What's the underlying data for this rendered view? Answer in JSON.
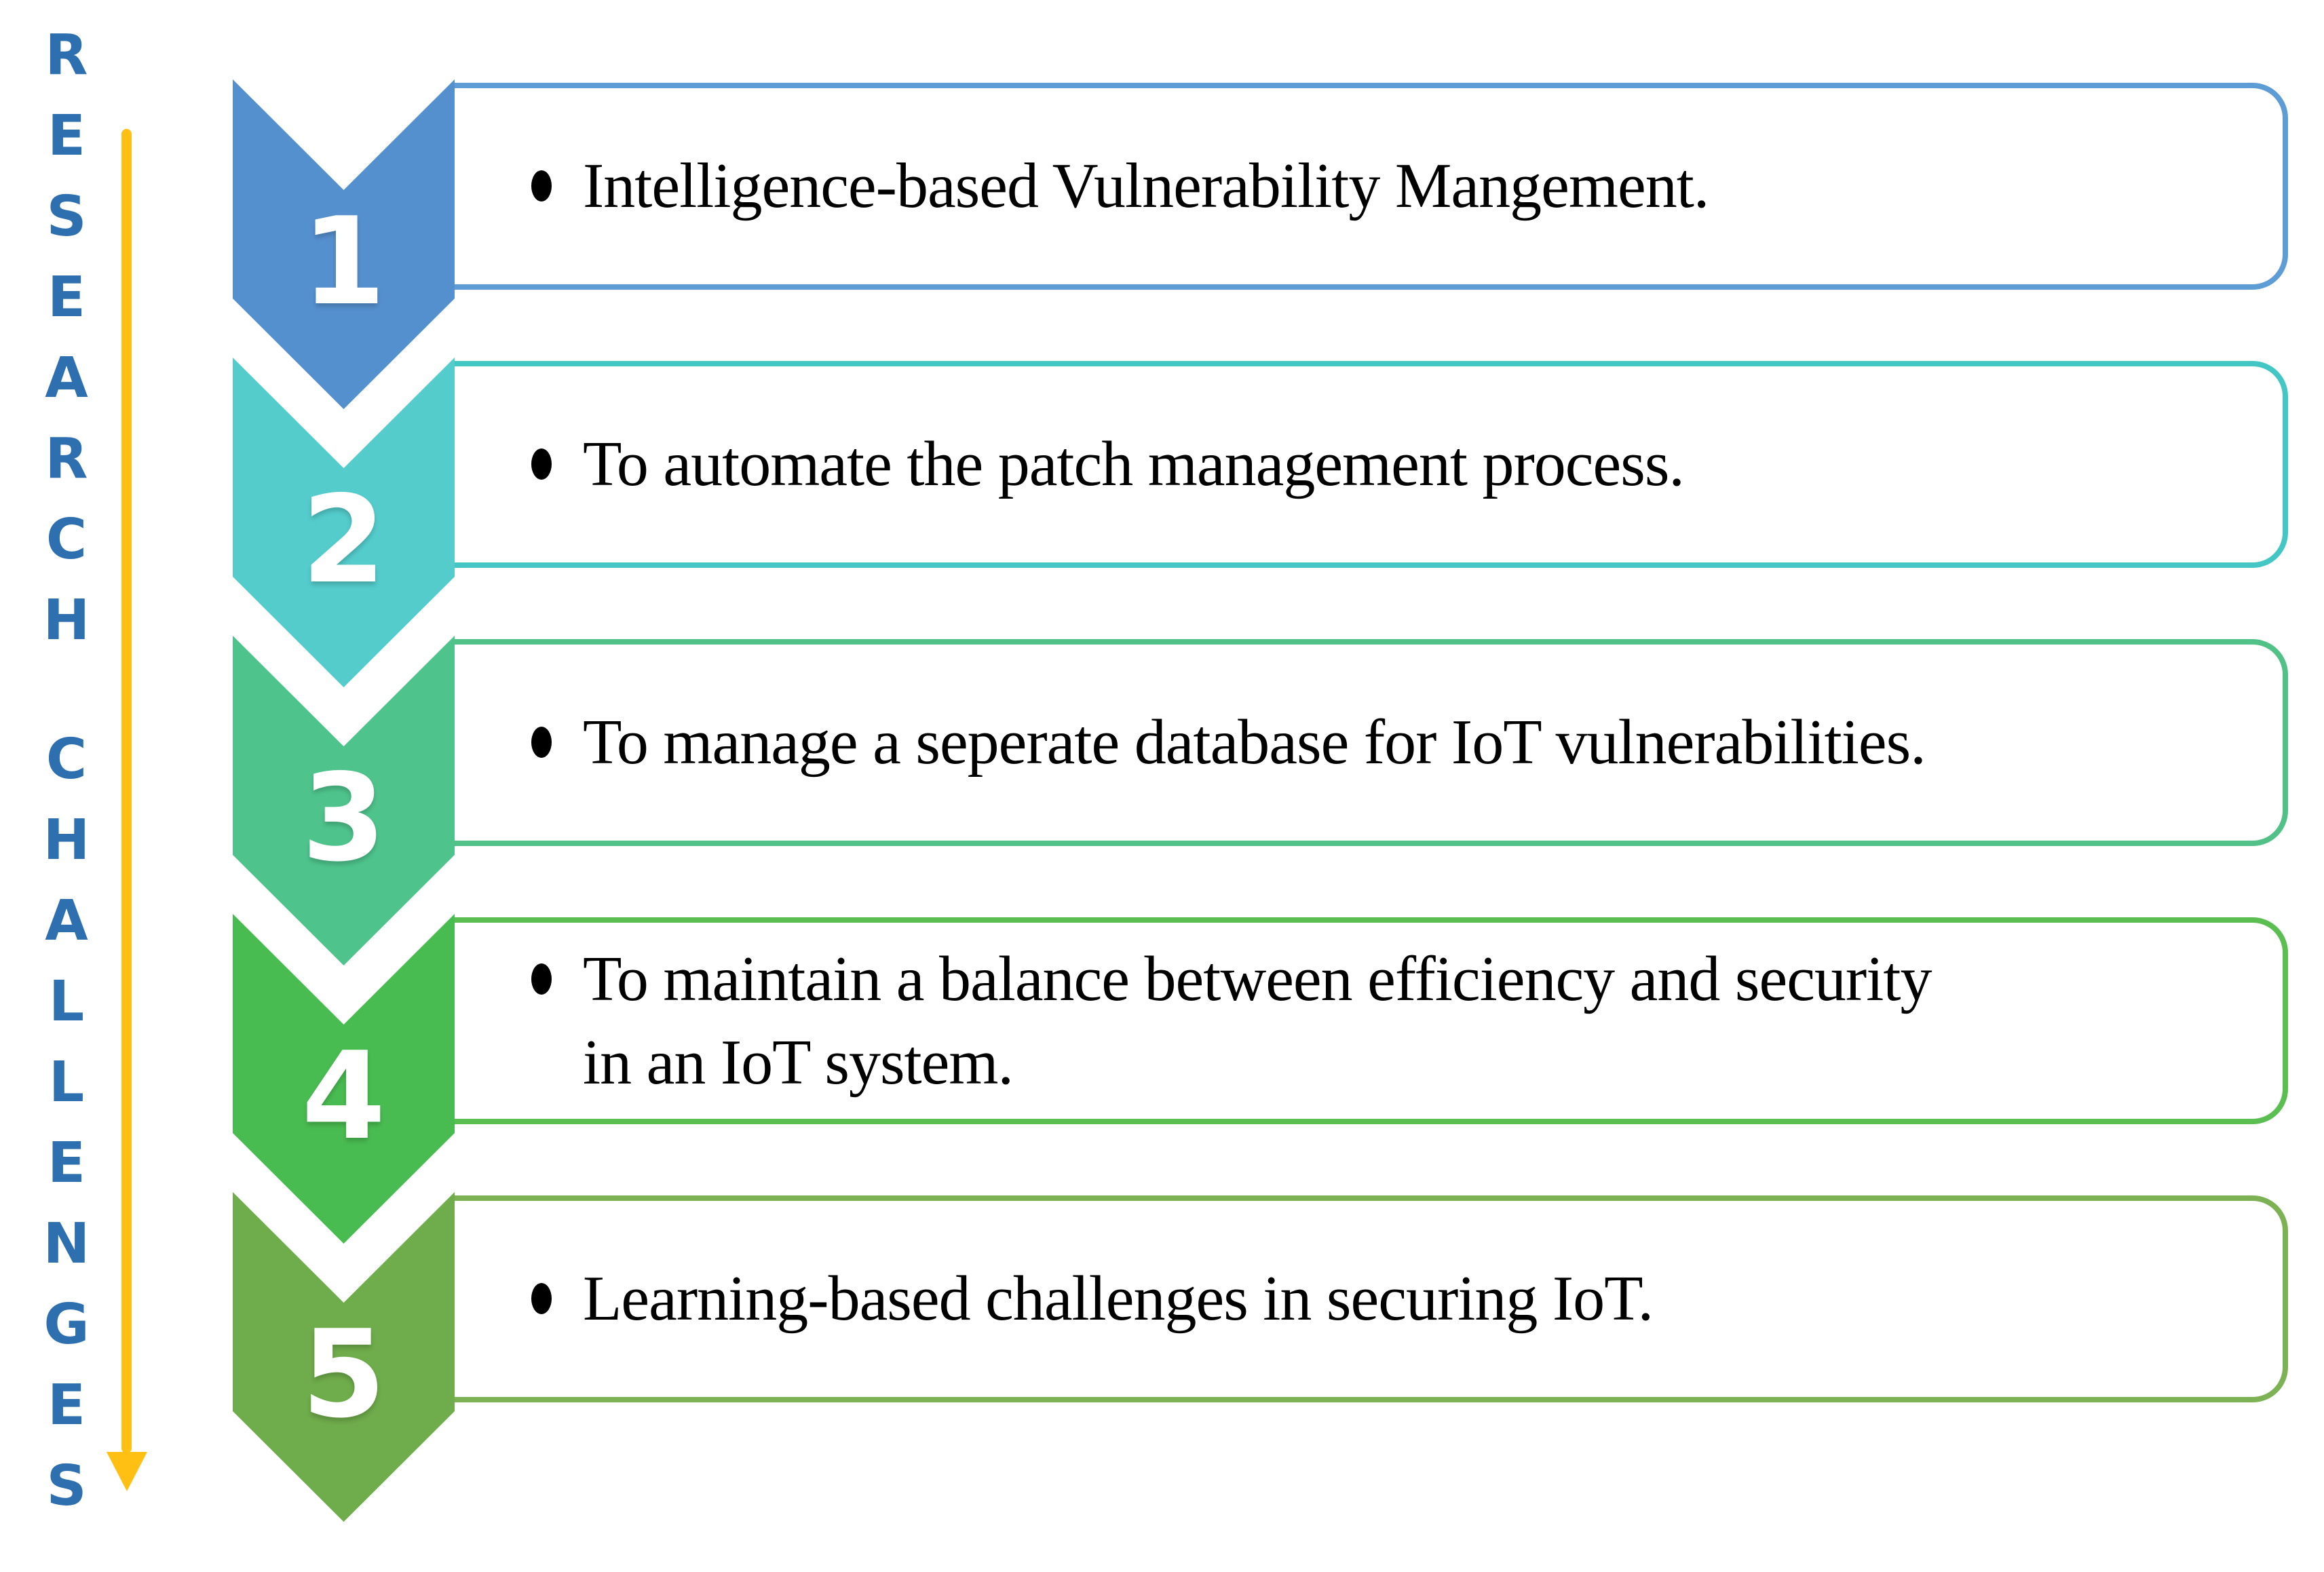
{
  "figure": {
    "vertical_label": {
      "text": "RESEARCH CHALLENGES",
      "word1": [
        "R",
        "E",
        "S",
        "E",
        "A",
        "R",
        "C",
        "H"
      ],
      "word2": [
        "C",
        "H",
        "A",
        "L",
        "L",
        "E",
        "N",
        "G",
        "E",
        "S"
      ],
      "color": "#2E6FAF"
    },
    "arrow": {
      "direction": "down",
      "color": "#FFC013"
    },
    "items": [
      {
        "number": "1",
        "text": "Intelligence-based Vulnerability Mangement.",
        "chevron_color": "#5590CE",
        "border_color": "#5E9CD6"
      },
      {
        "number": "2",
        "text": "To automate the patch management process.",
        "chevron_color": "#54CCCC",
        "border_color": "#44C7C4"
      },
      {
        "number": "3",
        "text": "To manage a seperate database for IoT vulnerabilities.",
        "chevron_color": "#4EC48C",
        "border_color": "#52C188"
      },
      {
        "number": "4",
        "text": "To maintain a balance between efficiency and security\nin an IoT system.",
        "chevron_color": "#49BC51",
        "border_color": "#5ABE50"
      },
      {
        "number": "5",
        "text": "Learning-based challenges in securing IoT.",
        "chevron_color": "#6FAC4B",
        "border_color": "#7CB254"
      }
    ]
  }
}
